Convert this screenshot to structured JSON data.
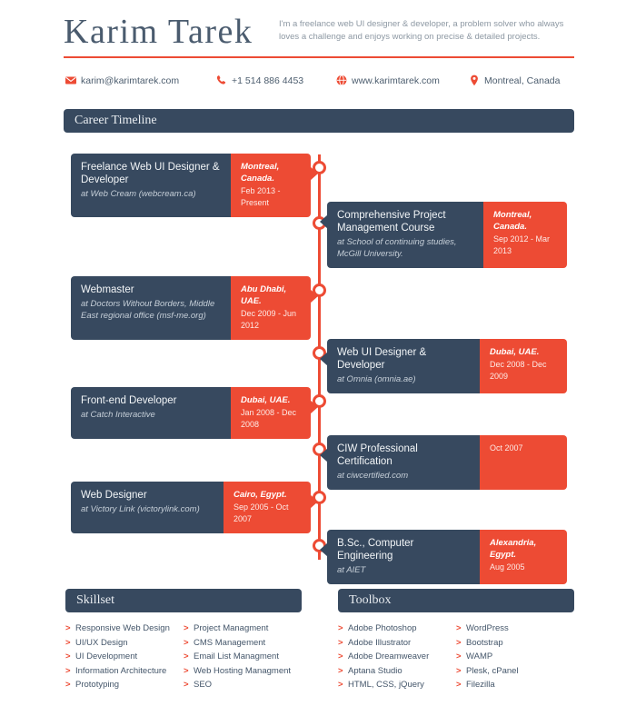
{
  "header": {
    "name": "Karim Tarek",
    "tagline": "I'm a freelance web UI designer & developer, a problem solver who always loves a challenge and enjoys working on precise & detailed projects."
  },
  "contact": {
    "items": [
      {
        "icon": "envelope-icon",
        "label": "karim@karimtarek.com"
      },
      {
        "icon": "phone-icon",
        "label": "+1 514 886 4453"
      },
      {
        "icon": "globe-icon",
        "label": "www.karimtarek.com"
      },
      {
        "icon": "map-pin-icon",
        "label": "Montreal, Canada"
      }
    ]
  },
  "timeline": {
    "heading": "Career Timeline",
    "entries": [
      {
        "side": "left",
        "title": "Freelance Web UI Designer & Developer",
        "subtitle": "at Web Cream (webcream.ca)",
        "place": "Montreal, Canada.",
        "date": "Feb 2013 - Present"
      },
      {
        "side": "right",
        "title": "Comprehensive Project Management Course",
        "subtitle": "at School of continuing studies, McGill University.",
        "place": "Montreal, Canada.",
        "date": "Sep 2012 - Mar 2013"
      },
      {
        "side": "left",
        "title": "Webmaster",
        "subtitle": "at Doctors Without Borders, Middle East regional office (msf-me.org)",
        "place": "Abu Dhabi, UAE.",
        "date": "Dec 2009 - Jun 2012"
      },
      {
        "side": "right",
        "title": "Web UI Designer & Developer",
        "subtitle": "at Omnia (omnia.ae)",
        "place": "Dubai, UAE.",
        "date": "Dec 2008 - Dec 2009"
      },
      {
        "side": "left",
        "title": "Front-end Developer",
        "subtitle": "at Catch Interactive",
        "place": "Dubai, UAE.",
        "date": "Jan 2008 - Dec 2008"
      },
      {
        "side": "right",
        "title": "CIW Professional Certification",
        "subtitle": "at ciwcertified.com",
        "place": "",
        "date": "Oct 2007"
      },
      {
        "side": "left",
        "title": "Web Designer",
        "subtitle": "at Victory Link (victorylink.com)",
        "place": "Cairo, Egypt.",
        "date": "Sep 2005 - Oct 2007"
      },
      {
        "side": "right",
        "title": "B.Sc., Computer Engineering",
        "subtitle": "at AIET",
        "place": "Alexandria, Egypt.",
        "date": "Aug 2005"
      }
    ]
  },
  "skillset": {
    "heading": "Skillset",
    "col1": [
      "Responsive Web Design",
      "UI/UX Design",
      "UI Development",
      "Information Architecture",
      "Prototyping"
    ],
    "col2": [
      "Project Managment",
      "CMS Management",
      "Email List Managment",
      "Web Hosting Managment",
      "SEO"
    ]
  },
  "toolbox": {
    "heading": "Toolbox",
    "col1": [
      "Adobe Photoshop",
      "Adobe Illustrator",
      "Adobe  Dreamweaver",
      "Aptana Studio",
      "HTML, CSS, jQuery"
    ],
    "col2": [
      "WordPress",
      "Bootstrap",
      "WAMP",
      "Plesk, cPanel",
      "Filezilla"
    ]
  },
  "colors": {
    "navy": "#37495f",
    "red": "#ed4b34",
    "text": "#44566a",
    "muted": "#8d98a3"
  },
  "bullet": ">"
}
